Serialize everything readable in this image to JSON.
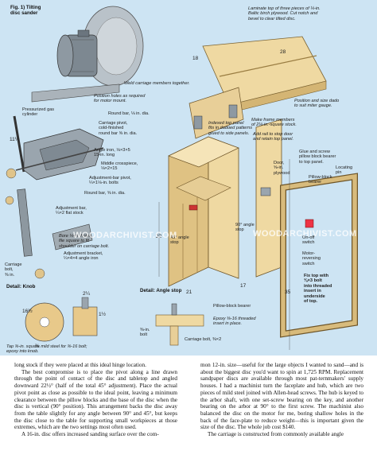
{
  "figure": {
    "title_line1": "Fig. 1) Tilting",
    "title_line2": "disc sander",
    "watermark": "WOODARCHIVIST.COM",
    "labels": {
      "laminate_top": "Laminate top of three pieces of ¼-in.\nBaltic birch plywood. Cut notch and\nbevel to clear tilted disc.",
      "weld_carriage": "Weld carriage members together.",
      "position_holes": "Position holes as required\nfor motor mount.",
      "pressurized": "Pressurized gas\ncylinder",
      "round_bar_top": "Round bar, ⅛ in. dia.",
      "carriage_pivot": "Carriage pivot,\ncold-finished\nround bar ⅝ in. dia.",
      "angle_iron": "Angle iron, ⅛×3×5\n15-in. long",
      "middle_cross": "Middle crosspiece,\n⅛×2×15",
      "adj_bar_pivot": "Adjustment-bar pivot,\n¼×1⅛-in. bolts",
      "round_bar_bottom": "Round bar, ⅝ in. dia.",
      "adjustment_bar": "Adjustment bar,\n¼×2 flat stock",
      "bore_holes": "Bore ¼-in. holes,\nfile square to fit\nshoulder on carriage bolt.",
      "adj_bracket": "Adjustment bracket,\n¼×4×4 angle iron",
      "carriage_bolt": "Carriage\nbolt,\n⅜ in.",
      "detail_knob": "Detail: Knob",
      "tap": "Tap ⅜-in. square mild steel for ⅜-16 bolt;\nepoxy into knob.",
      "indexed_top": "Indexed top panel\nfits in dadoed patterns\nglued to side panels.",
      "saw_dado": "Position and size dado\nto suit miter gauge.",
      "frame_members": "Make frame members\nof 2¼-in.-square stock.",
      "add_rail": "Add rail to stop door\nand retain top panel.",
      "glue_screw": "Glue and screw\npillow block bearer\nto top panel.",
      "door": "Door,\n⅝-in.\nplywood",
      "pillow_bearer": "Pillow-block\nbearer",
      "locating_pin": "Locating\npin",
      "on_off": "On-off\nswitch",
      "motor_reversing": "Motor-\nreversing\nswitch",
      "fix_top": "Fix top with\n⅜×3 bolt\ninto threaded\ninsert in\nunderside\nof top.",
      "angle_stop_45": "45° angle\nstop",
      "angle_stop_90": "90° angle\nstop",
      "detail_angle_stop": "Detail: Angle stop",
      "pillow_bearer_2": "Pillow-block bearer",
      "epoxy_insert": "Epoxy ⅜-16 threaded\ninsert in place.",
      "bolt_label": "⅜-in.\nbolt",
      "carriage_bolt_2": "Carriage bolt, ⅜×2"
    },
    "dims": {
      "d18": "18",
      "d28": "28",
      "d22": "22",
      "d21": "21",
      "d17": "17",
      "d35": "35",
      "d11_5": "11½",
      "d16_5": "16½",
      "d2_25": "2¼",
      "d1_5": "1½",
      "d3_8": "⅜"
    }
  },
  "article": {
    "left_col": [
      "long stock if they were placed at this ideal hinge location.",
      "The best compromise is to place the pivot along a line drawn through the point of contact of the disc and tabletop and angled downward 22½° (half of the total 45° adjustment). Place the actual pivot point as close as possible to the ideal point, leaving a minimum clearance between the pillow blocks and the base of the disc when the disc is vertical (90° position). This arrangement backs the disc away from the table slightly for any angle between 90° and 45°, but keeps the disc close to the table for supporting small workpieces at those extremes, which are the two settings most often used.",
      "A 16-in. disc offers increased sanding surface over the com-"
    ],
    "right_col": [
      "mon 12-in. size—useful for the large objects I wanted to sand—and is about the biggest disc you'd want to spin at 1,725 RPM. Replacement sandpaper discs are available through most pat-ternmakers' supply houses. I had a machinist turn the faceplate and hub, which are two pieces of mild steel joined with Allen-head screws. The hub is keyed to the arbor shaft, with one set-screw bearing on the key, and another bearing on the arbor at 90° to the first screw. The machinist also balanced the disc on the motor for me, boring shallow holes in the back of the face-plate to reduce weight—this is important given the size of the disc. The whole job cost $140.",
      "The carriage is constructed from commonly available angle"
    ]
  },
  "colors": {
    "background": "#cde4f3",
    "wood_light": "#efd9a2",
    "wood_mid": "#dfc283",
    "steel": "#9aa5ae",
    "steel_dark": "#5e6972"
  }
}
